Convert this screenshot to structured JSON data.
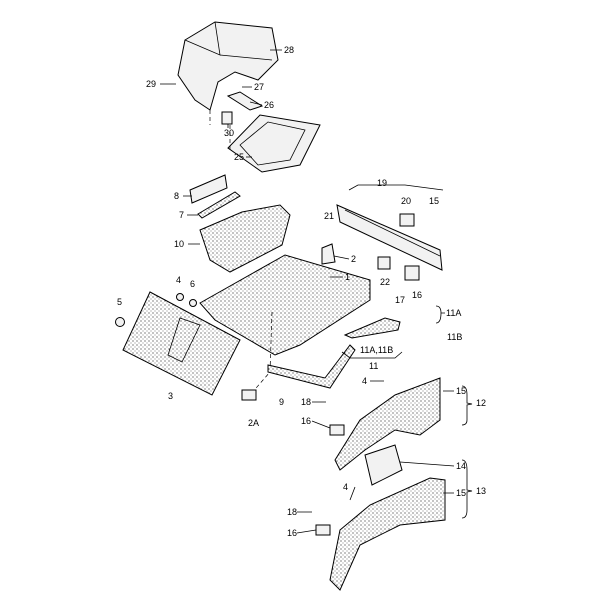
{
  "labels": {
    "p28": "28",
    "p29": "29",
    "p27": "27",
    "p26": "26",
    "p30": "30",
    "p25": "25",
    "p8": "8",
    "p7": "7",
    "p10": "10",
    "p19": "19",
    "p20": "20",
    "p15a": "15",
    "p21": "21",
    "p2": "2",
    "p1": "1",
    "p22": "22",
    "p16a": "16",
    "p17": "17",
    "p11A": "11A",
    "p11B": "11B",
    "p11AB": "11A,11B",
    "p11": "11",
    "p4a": "4",
    "p6": "6",
    "p5": "5",
    "p3": "3",
    "p9": "9",
    "p2A": "2A",
    "p4b": "4",
    "p15b": "15",
    "p12": "12",
    "p18a": "18",
    "p16b": "16",
    "p14": "14",
    "p15c": "15",
    "p13": "13",
    "p4c": "4",
    "p18b": "18",
    "p16c": "16"
  }
}
